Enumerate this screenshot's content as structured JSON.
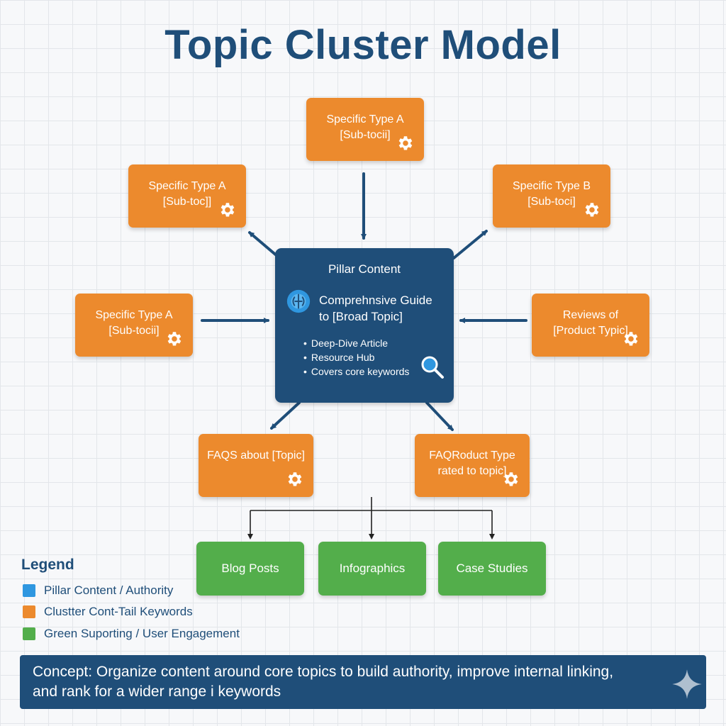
{
  "title": "Topic Cluster Model",
  "colors": {
    "pillar": "#1f4e79",
    "cluster": "#ec8a2d",
    "supporting": "#53ae4b",
    "title": "#1f4e79"
  },
  "pillar": {
    "title": "Pillar Content",
    "icon": "brain-icon",
    "heading": [
      "Comprehnsive Guide",
      "to [Broad Topic]"
    ],
    "bullets": [
      "Deep-Dive Article",
      "Resource Hub",
      "Covers core keywords"
    ],
    "search_icon": "magnifier-icon"
  },
  "clusters": {
    "top": [
      "Specific Type A",
      "[Sub-tocii]"
    ],
    "upper_left": [
      "Specific Type A",
      "[Sub-toc]]"
    ],
    "upper_right": [
      "Specific Type B",
      "[Sub-toci]"
    ],
    "mid_left": [
      "Specific Type A",
      "[Sub-tocii]"
    ],
    "mid_right": [
      "Reviews of",
      "[Product Typic]"
    ],
    "lower_left": [
      "FAQS about [Topic]"
    ],
    "lower_right": [
      "FAQRoduct Type",
      "rated to topic]"
    ]
  },
  "supporting": [
    "Blog Posts",
    "Infographics",
    "Case Studies"
  ],
  "legend": {
    "title": "Legend",
    "items": [
      {
        "label": "Pillar Content / Authority",
        "color": "#2f97e0"
      },
      {
        "label": "Clustter Cont-Tail Keywords",
        "color": "#ec8a2d"
      },
      {
        "label": "Green Suporting / User Engagement",
        "color": "#53ae4b"
      }
    ]
  },
  "concept": [
    "Concept: Organize content around core topics to build authority, improve internal linking,",
    "and rank for a wider range i keywords"
  ]
}
